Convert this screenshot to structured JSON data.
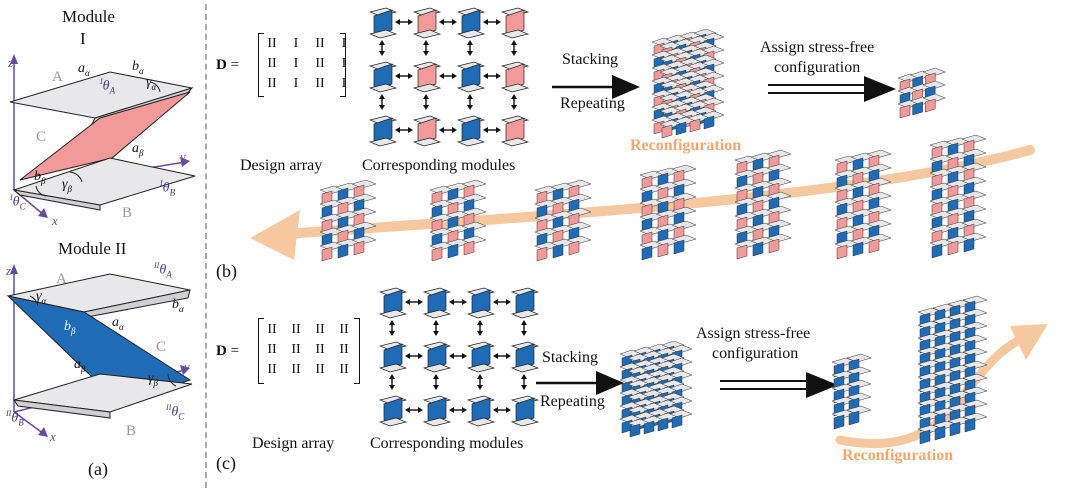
{
  "panel_a": {
    "module1_title": "Module",
    "module1_num": "I",
    "module2_title": "Module II",
    "label": "(a)",
    "m1_labels": {
      "A": "A",
      "B": "B",
      "C": "C",
      "a_alpha": "a",
      "a_alpha_sub": "α",
      "b_alpha": "b",
      "b_alpha_sub": "α",
      "gamma_alpha": "γ",
      "gamma_alpha_sub": "α",
      "a_beta": "a",
      "a_beta_sub": "β",
      "b_beta": "b",
      "b_beta_sub": "β",
      "gamma_beta": "γ",
      "gamma_beta_sub": "β",
      "theta_A": "θ",
      "theta_A_pre": "I",
      "theta_A_sub": "A",
      "theta_B": "θ",
      "theta_B_pre": "I",
      "theta_B_sub": "B",
      "theta_C": "θ",
      "theta_C_pre": "I",
      "theta_C_sub": "C",
      "z": "z",
      "y": "y",
      "x": "x"
    },
    "m2_labels": {
      "A": "A",
      "B": "B",
      "C": "C",
      "a_alpha": "a",
      "a_alpha_sub": "α",
      "b_alpha": "b",
      "b_alpha_sub": "α",
      "gamma_alpha": "γ",
      "gamma_alpha_sub": "α",
      "a_beta": "a",
      "a_beta_sub": "β",
      "b_beta": "b",
      "b_beta_sub": "β",
      "gamma_beta": "γ",
      "gamma_beta_sub": "β",
      "theta_A": "θ",
      "theta_A_pre": "II",
      "theta_A_sub": "A",
      "theta_B": "θ",
      "theta_B_pre": "II",
      "theta_B_sub": "B",
      "theta_C": "θ",
      "theta_C_pre": "II",
      "theta_C_sub": "C",
      "z": "z",
      "y": "y",
      "x": "x"
    }
  },
  "panel_b": {
    "label": "(b)",
    "matrix_lhs": "D",
    "matrix_eq": "=",
    "matrix_rows": [
      [
        "II",
        "I",
        "II",
        "I"
      ],
      [
        "II",
        "I",
        "II",
        "I"
      ],
      [
        "II",
        "I",
        "II",
        "I"
      ]
    ],
    "design_array": "Design array",
    "corresponding_modules": "Corresponding modules",
    "stacking": "Stacking",
    "repeating": "Repeating",
    "assign_line1": "Assign stress-free",
    "assign_line2": "configuration",
    "reconfiguration": "Reconfiguration"
  },
  "panel_c": {
    "label": "(c)",
    "matrix_lhs": "D",
    "matrix_eq": "=",
    "matrix_rows": [
      [
        "II",
        "II",
        "II",
        "II"
      ],
      [
        "II",
        "II",
        "II",
        "II"
      ],
      [
        "II",
        "II",
        "II",
        "II"
      ]
    ],
    "design_array": "Design array",
    "corresponding_modules": "Corresponding modules",
    "stacking": "Stacking",
    "repeating": "Repeating",
    "assign_line1": "Assign stress-free",
    "assign_line2": "configuration",
    "reconfiguration": "Reconfiguration"
  },
  "colors": {
    "pink": "#f29a9a",
    "blue": "#1f6bb5",
    "grey": "#e8e8ea",
    "orange": "#f6c8a0",
    "axis": "#6a4a9a"
  }
}
